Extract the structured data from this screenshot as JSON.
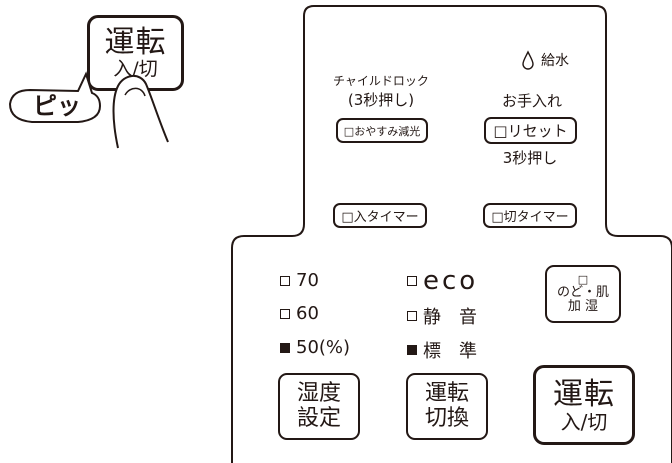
{
  "press_demo": {
    "button_line1": "運転",
    "button_line2": "入/切",
    "beep_text": "ピッ"
  },
  "panel": {
    "water_label": "給水",
    "child_lock_line1": "チャイルドロック",
    "child_lock_line2": "(3秒押し)",
    "dim_button": "□おやすみ減光",
    "maintenance_label": "お手入れ",
    "reset_button": "□リセット",
    "reset_hint": "3秒押し",
    "on_timer_button": "□入タイマー",
    "off_timer_button": "□切タイマー",
    "humidity_levels": [
      {
        "label": "70",
        "active": false
      },
      {
        "label": "60",
        "active": false
      },
      {
        "label": "50(%)",
        "active": true
      }
    ],
    "modes": [
      {
        "label": "eco",
        "active": false
      },
      {
        "label": "静　音",
        "active": false
      },
      {
        "label": "標　準",
        "active": true
      }
    ],
    "throat_skin": {
      "indicator": "□",
      "line1": "のど・肌",
      "line2": "加 湿"
    },
    "humidity_set": {
      "line1": "湿度",
      "line2": "設定"
    },
    "mode_switch": {
      "line1": "運転",
      "line2": "切換"
    },
    "power": {
      "line1": "運転",
      "line2": "入/切"
    }
  }
}
